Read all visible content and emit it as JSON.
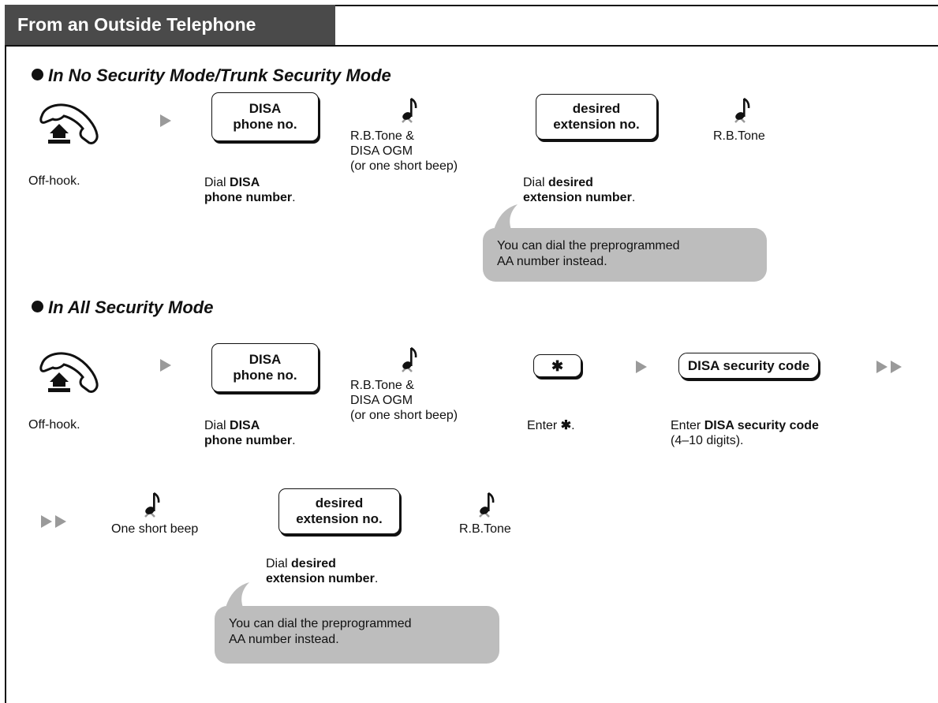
{
  "header": {
    "title": "From an Outside Telephone"
  },
  "section1": {
    "title": "In No Security Mode/Trunk Security Mode",
    "offhook_label": "Off-hook.",
    "key_disa_line1": "DISA",
    "key_disa_line2": "phone no.",
    "dial_disa_prefix": "Dial ",
    "dial_disa_bold1": "DISA",
    "dial_disa_bold2": "phone number",
    "dial_disa_suffix": ".",
    "tone1_line1": "R.B.Tone &",
    "tone1_line2": "DISA OGM",
    "tone1_line3": "(or one short beep)",
    "key_ext_line1": "desired",
    "key_ext_line2": "extension no.",
    "dial_ext_prefix": "Dial ",
    "dial_ext_bold1": "desired",
    "dial_ext_bold2": "extension number",
    "dial_ext_suffix": ".",
    "tone2_label": "R.B.Tone",
    "callout_line1": "You can dial the preprogrammed",
    "callout_line2": "AA number instead."
  },
  "section2": {
    "title": "In All Security Mode",
    "offhook_label": "Off-hook.",
    "key_disa_line1": "DISA",
    "key_disa_line2": "phone no.",
    "dial_disa_prefix": "Dial ",
    "dial_disa_bold1": "DISA",
    "dial_disa_bold2": "phone number",
    "dial_disa_suffix": ".",
    "tone1_line1": "R.B.Tone &",
    "tone1_line2": "DISA OGM",
    "tone1_line3": "(or one short beep)",
    "star_key": "✱",
    "enter_star_prefix": "Enter ",
    "enter_star_symbol": "✱",
    "enter_star_suffix": ".",
    "security_key": "DISA security code",
    "enter_code_prefix": "Enter ",
    "enter_code_bold": "DISA security code",
    "enter_code_line2": "(4–10 digits).",
    "beep_label": "One short beep",
    "key_ext_line1": "desired",
    "key_ext_line2": "extension no.",
    "dial_ext_prefix": "Dial ",
    "dial_ext_bold1": "desired",
    "dial_ext_bold2": "extension number",
    "dial_ext_suffix": ".",
    "tone2_label": "R.B.Tone",
    "callout_line1": "You can dial the preprogrammed",
    "callout_line2": "AA number instead."
  },
  "icons": {
    "handset": "handset-offhook-icon",
    "tone": "musical-note-icon",
    "arrow": "step-arrow-icon",
    "continue": "continue-double-arrow-icon"
  },
  "colors": {
    "header_bg": "#4a4a4a",
    "callout_bg": "#bdbdbd",
    "arrow": "#9a9a9a"
  }
}
